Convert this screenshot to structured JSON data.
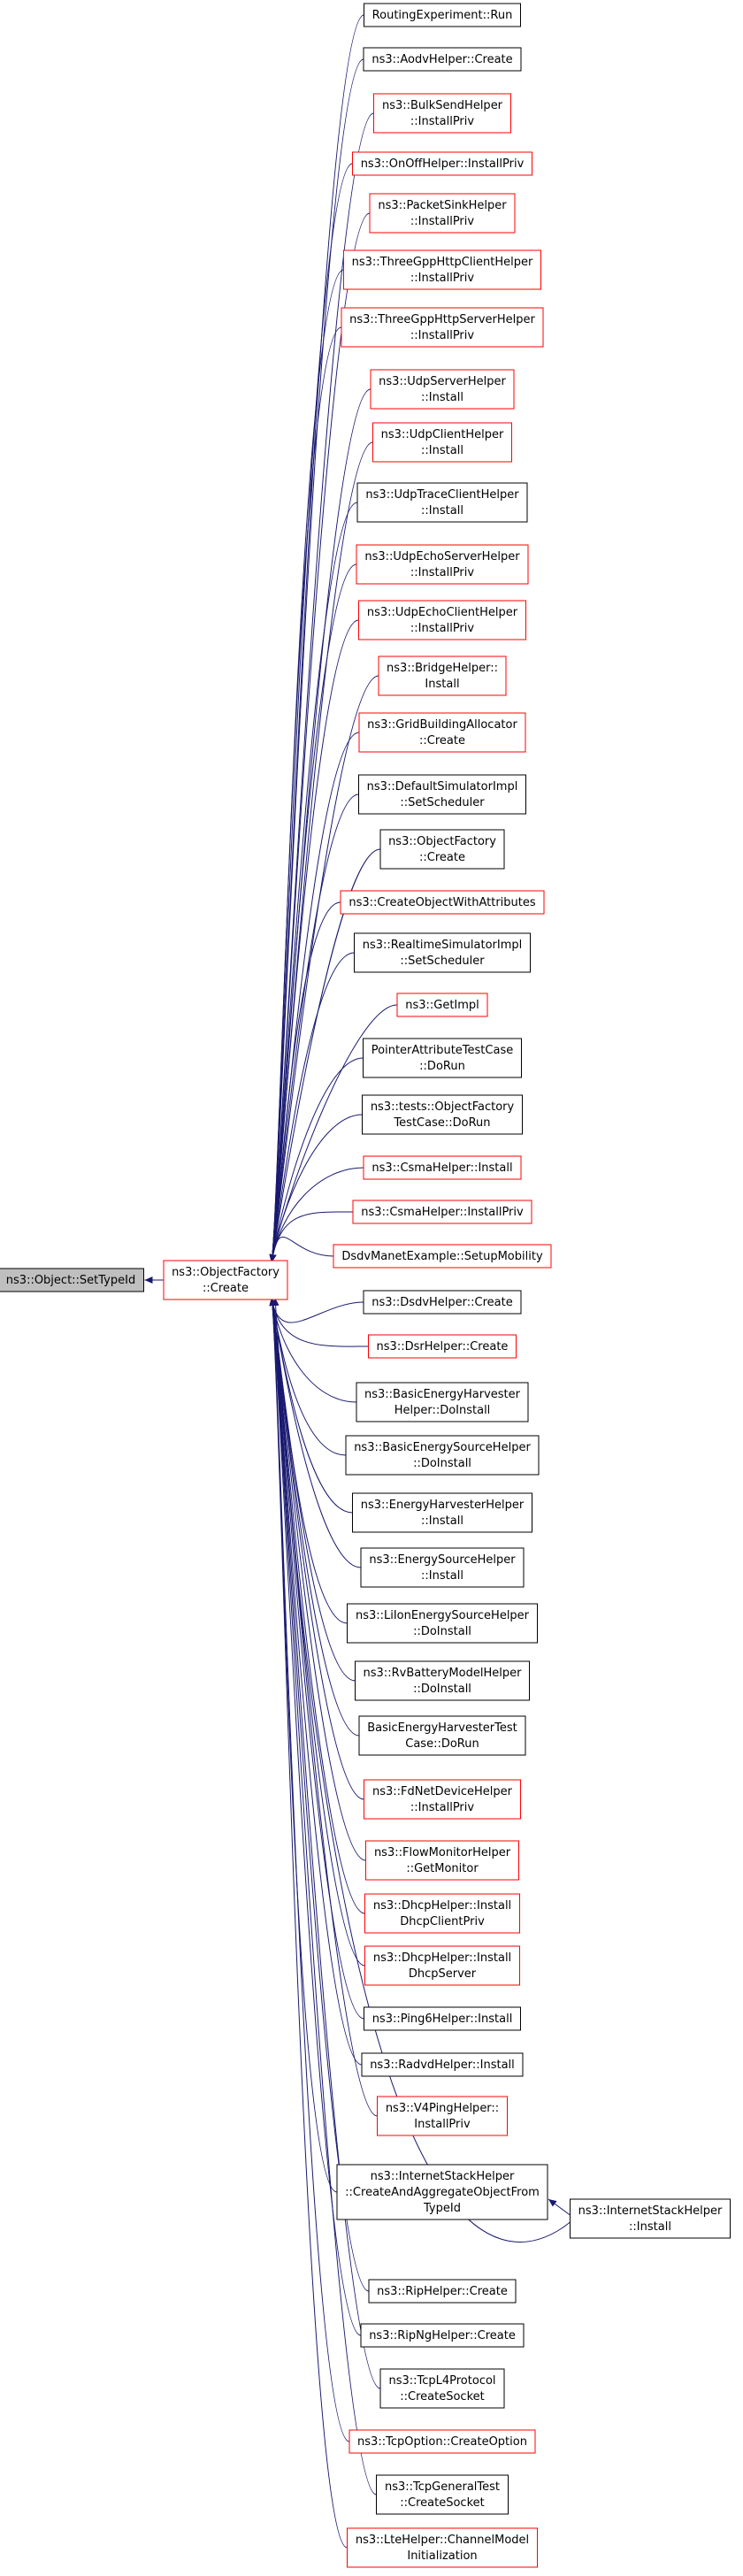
{
  "root_node": {
    "label": [
      "ns3::Object::SetTypeId"
    ]
  },
  "hub_node": {
    "label": [
      "ns3::ObjectFactory",
      "::Create"
    ]
  },
  "callers": [
    {
      "label": [
        "RoutingExperiment::Run"
      ],
      "style": "black"
    },
    {
      "label": [
        "ns3::AodvHelper::Create"
      ],
      "style": "black"
    },
    {
      "label": [
        "ns3::BulkSendHelper",
        "::InstallPriv"
      ],
      "style": "red"
    },
    {
      "label": [
        "ns3::OnOffHelper::InstallPriv"
      ],
      "style": "red"
    },
    {
      "label": [
        "ns3::PacketSinkHelper",
        "::InstallPriv"
      ],
      "style": "red"
    },
    {
      "label": [
        "ns3::ThreeGppHttpClientHelper",
        "::InstallPriv"
      ],
      "style": "red"
    },
    {
      "label": [
        "ns3::ThreeGppHttpServerHelper",
        "::InstallPriv"
      ],
      "style": "red"
    },
    {
      "label": [
        "ns3::UdpServerHelper",
        "::Install"
      ],
      "style": "red"
    },
    {
      "label": [
        "ns3::UdpClientHelper",
        "::Install"
      ],
      "style": "red"
    },
    {
      "label": [
        "ns3::UdpTraceClientHelper",
        "::Install"
      ],
      "style": "black"
    },
    {
      "label": [
        "ns3::UdpEchoServerHelper",
        "::InstallPriv"
      ],
      "style": "red"
    },
    {
      "label": [
        "ns3::UdpEchoClientHelper",
        "::InstallPriv"
      ],
      "style": "red"
    },
    {
      "label": [
        "ns3::BridgeHelper::",
        "Install"
      ],
      "style": "red"
    },
    {
      "label": [
        "ns3::GridBuildingAllocator",
        "::Create"
      ],
      "style": "red"
    },
    {
      "label": [
        "ns3::DefaultSimulatorImpl",
        "::SetScheduler"
      ],
      "style": "black"
    },
    {
      "label": [
        "ns3::ObjectFactory",
        "::Create"
      ],
      "style": "black"
    },
    {
      "label": [
        "ns3::CreateObjectWithAttributes"
      ],
      "style": "red"
    },
    {
      "label": [
        "ns3::RealtimeSimulatorImpl",
        "::SetScheduler"
      ],
      "style": "black"
    },
    {
      "label": [
        "ns3::GetImpl"
      ],
      "style": "red"
    },
    {
      "label": [
        "PointerAttributeTestCase",
        "::DoRun"
      ],
      "style": "black"
    },
    {
      "label": [
        "ns3::tests::ObjectFactory",
        "TestCase::DoRun"
      ],
      "style": "black"
    },
    {
      "label": [
        "ns3::CsmaHelper::Install"
      ],
      "style": "red"
    },
    {
      "label": [
        "ns3::CsmaHelper::InstallPriv"
      ],
      "style": "red"
    },
    {
      "label": [
        "DsdvManetExample::SetupMobility"
      ],
      "style": "red"
    },
    {
      "label": [
        "ns3::DsdvHelper::Create"
      ],
      "style": "black"
    },
    {
      "label": [
        "ns3::DsrHelper::Create"
      ],
      "style": "red"
    },
    {
      "label": [
        "ns3::BasicEnergyHarvester",
        "Helper::DoInstall"
      ],
      "style": "black"
    },
    {
      "label": [
        "ns3::BasicEnergySourceHelper",
        "::DoInstall"
      ],
      "style": "black"
    },
    {
      "label": [
        "ns3::EnergyHarvesterHelper",
        "::Install"
      ],
      "style": "black"
    },
    {
      "label": [
        "ns3::EnergySourceHelper",
        "::Install"
      ],
      "style": "black"
    },
    {
      "label": [
        "ns3::LiIonEnergySourceHelper",
        "::DoInstall"
      ],
      "style": "black"
    },
    {
      "label": [
        "ns3::RvBatteryModelHelper",
        "::DoInstall"
      ],
      "style": "black"
    },
    {
      "label": [
        "BasicEnergyHarvesterTest",
        "Case::DoRun"
      ],
      "style": "black"
    },
    {
      "label": [
        "ns3::FdNetDeviceHelper",
        "::InstallPriv"
      ],
      "style": "red"
    },
    {
      "label": [
        "ns3::FlowMonitorHelper",
        "::GetMonitor"
      ],
      "style": "red"
    },
    {
      "label": [
        "ns3::DhcpHelper::Install",
        "DhcpClientPriv"
      ],
      "style": "red"
    },
    {
      "label": [
        "ns3::DhcpHelper::Install",
        "DhcpServer"
      ],
      "style": "red"
    },
    {
      "label": [
        "ns3::Ping6Helper::Install"
      ],
      "style": "black"
    },
    {
      "label": [
        "ns3::RadvdHelper::Install"
      ],
      "style": "black"
    },
    {
      "label": [
        "ns3::V4PingHelper::",
        "InstallPriv"
      ],
      "style": "red"
    },
    {
      "label": [
        "ns3::InternetStackHelper",
        "::CreateAndAggregateObjectFrom",
        "TypeId"
      ],
      "style": "black"
    },
    {
      "label": [
        "ns3::RipHelper::Create"
      ],
      "style": "black"
    },
    {
      "label": [
        "ns3::RipNgHelper::Create"
      ],
      "style": "black"
    },
    {
      "label": [
        "ns3::TcpL4Protocol",
        "::CreateSocket"
      ],
      "style": "black"
    },
    {
      "label": [
        "ns3::TcpOption::CreateOption"
      ],
      "style": "red"
    },
    {
      "label": [
        "ns3::TcpGeneralTest",
        "::CreateSocket"
      ],
      "style": "black"
    },
    {
      "label": [
        "ns3::LteHelper::ChannelModel",
        "Initialization"
      ],
      "style": "red"
    }
  ],
  "secondary_node": {
    "label": [
      "ns3::InternetStackHelper",
      "::Install"
    ],
    "style": "black"
  },
  "colors": {
    "edge": "#191970",
    "node_fill": "#ffffff",
    "node_border_black": "#000000",
    "node_border_red": "#ff0000",
    "root_fill": "#bfbfbf"
  }
}
